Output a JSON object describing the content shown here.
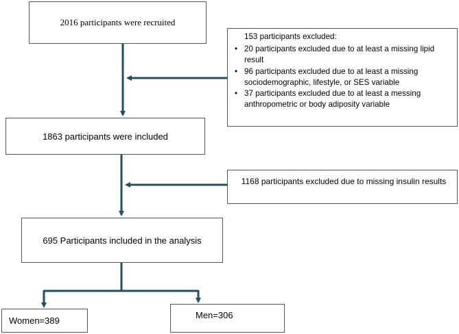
{
  "flowchart": {
    "recruited": "2016 participants were recruited",
    "exclusion_1": {
      "heading": "153 participants excluded:",
      "items": [
        "20 participants excluded due to at least a missing lipid result",
        "96 participants excluded due to at least a missing sociodemographic, lifestyle, or SES variable",
        "37 participants excluded due to at least a messing anthropometric or body adiposity variable"
      ]
    },
    "included": "1863 participants were included",
    "exclusion_2": "1168 participants excluded due to missing insulin results",
    "analysis": "695 Participants included in the analysis",
    "women": "Women=389",
    "men": "Men=306"
  },
  "colors": {
    "arrow": "#1f4e66",
    "box_border": "#555555"
  }
}
